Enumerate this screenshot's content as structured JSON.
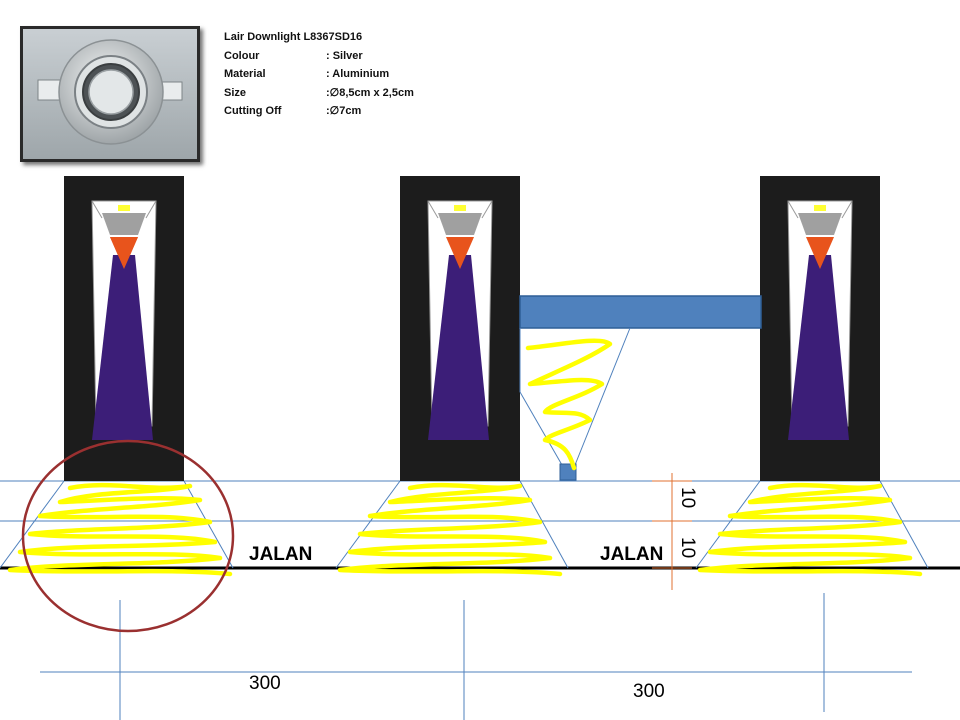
{
  "product": {
    "title": "Lair Downlight  L8367SD16",
    "specs": [
      {
        "key": "Colour",
        "value": ": Silver"
      },
      {
        "key": "Material",
        "value": ": Aluminium"
      },
      {
        "key": "Size",
        "value": ":∅8,5cm x 2,5cm"
      },
      {
        "key": "Cutting Off",
        "value": ":∅7cm"
      }
    ]
  },
  "labels": {
    "road_left": "JALAN",
    "road_right": "JALAN",
    "dim_upper": "10",
    "dim_lower": "10",
    "span_left": "300",
    "span_right": "300"
  },
  "colors": {
    "pillar": "#1c1c1c",
    "beam": "#4f81bd",
    "light_cone": "#3c1e78",
    "reflector": "#e8541c",
    "grid_line": "#4f81bd",
    "highlight": "#ffff00",
    "circle": "#9a3030",
    "dim_tick": "#e07030"
  }
}
